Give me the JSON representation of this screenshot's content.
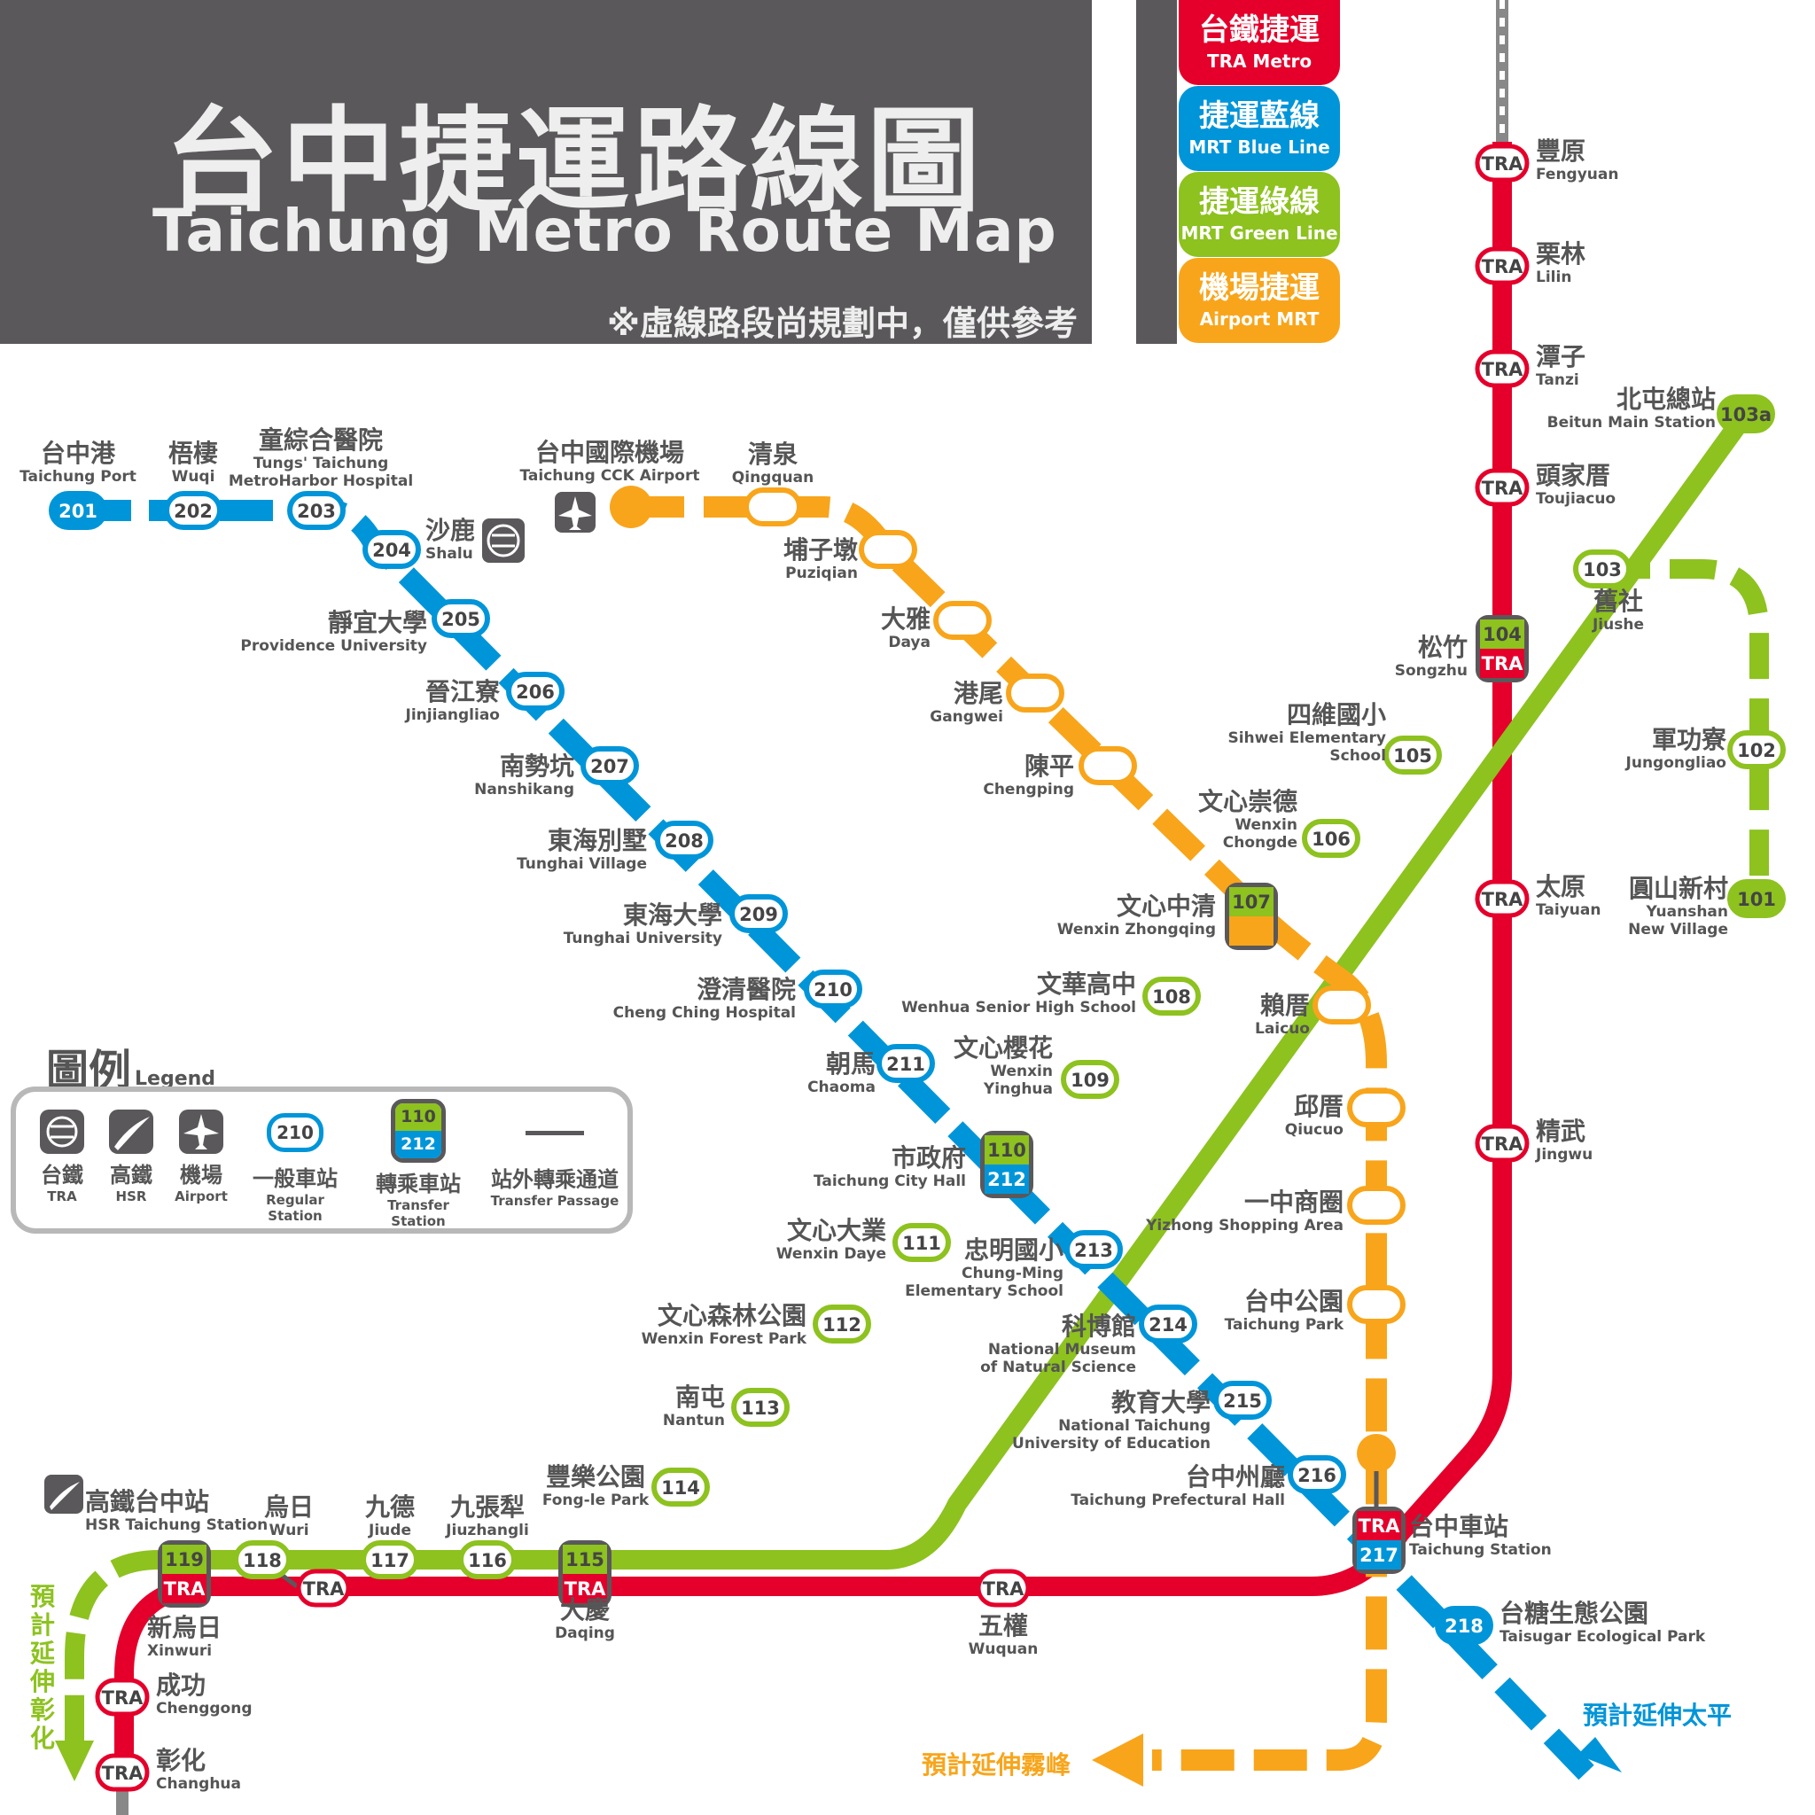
{
  "header": {
    "title_zh": "台中捷運路線圖",
    "title_en": "Taichung Metro Route Map",
    "note": "※虛線路段尚規劃中，僅供參考"
  },
  "line_cards": [
    {
      "zh": "台鐵捷運",
      "en": "TRA Metro",
      "color": "#e4002b"
    },
    {
      "zh": "捷運藍線",
      "en": "MRT Blue Line",
      "color": "#0095d9"
    },
    {
      "zh": "捷運綠線",
      "en": "MRT Green Line",
      "color": "#8dc21f"
    },
    {
      "zh": "機場捷運",
      "en": "Airport MRT",
      "color": "#f8a51b"
    }
  ],
  "colors": {
    "tra": "#e4002b",
    "blue": "#0095d9",
    "green": "#8dc21f",
    "airport": "#f8a51b",
    "gray": "#5a585a"
  },
  "lines": {
    "tra": {
      "stations": [
        {
          "zh": "豐原",
          "en": "Fengyuan",
          "code": "TRA"
        },
        {
          "zh": "栗林",
          "en": "Lilin",
          "code": "TRA"
        },
        {
          "zh": "潭子",
          "en": "Tanzi",
          "code": "TRA"
        },
        {
          "zh": "頭家厝",
          "en": "Toujiacuo",
          "code": "TRA"
        },
        {
          "zh": "松竹",
          "en": "Songzhu",
          "code": "TRA"
        },
        {
          "zh": "太原",
          "en": "Taiyuan",
          "code": "TRA"
        },
        {
          "zh": "精武",
          "en": "Jingwu",
          "code": "TRA"
        },
        {
          "zh": "台中車站",
          "en": "Taichung Station",
          "code": "TRA"
        },
        {
          "zh": "五權",
          "en": "Wuquan",
          "code": "TRA"
        },
        {
          "zh": "大慶",
          "en": "Daqing",
          "code": "TRA"
        },
        {
          "zh": "烏日",
          "en": "Wuri",
          "code": "TRA"
        },
        {
          "zh": "新烏日",
          "en": "Xinwuri",
          "code": "TRA"
        },
        {
          "zh": "成功",
          "en": "Chenggong",
          "code": "TRA"
        },
        {
          "zh": "彰化",
          "en": "Changhua",
          "code": "TRA"
        }
      ]
    },
    "blue": {
      "stations": [
        {
          "code": "201",
          "zh": "台中港",
          "en": "Taichung Port"
        },
        {
          "code": "202",
          "zh": "梧棲",
          "en": "Wuqi"
        },
        {
          "code": "203",
          "zh": "童綜合醫院",
          "en": "Tungs' Taichung MetroHarbor Hospital"
        },
        {
          "code": "204",
          "zh": "沙鹿",
          "en": "Shalu"
        },
        {
          "code": "205",
          "zh": "靜宜大學",
          "en": "Providence University"
        },
        {
          "code": "206",
          "zh": "晉江寮",
          "en": "Jinjiangliao"
        },
        {
          "code": "207",
          "zh": "南勢坑",
          "en": "Nanshikang"
        },
        {
          "code": "208",
          "zh": "東海別墅",
          "en": "Tunghai Village"
        },
        {
          "code": "209",
          "zh": "東海大學",
          "en": "Tunghai University"
        },
        {
          "code": "210",
          "zh": "澄清醫院",
          "en": "Cheng Ching Hospital"
        },
        {
          "code": "211",
          "zh": "朝馬",
          "en": "Chaoma"
        },
        {
          "code": "212",
          "zh": "市政府",
          "en": "Taichung City Hall"
        },
        {
          "code": "213",
          "zh": "忠明國小",
          "en": "Chung-Ming Elementary School"
        },
        {
          "code": "214",
          "zh": "科博館",
          "en": "National Museum of Natural Science"
        },
        {
          "code": "215",
          "zh": "教育大學",
          "en": "National Taichung University of Education"
        },
        {
          "code": "216",
          "zh": "台中州廳",
          "en": "Taichung Prefectural Hall"
        },
        {
          "code": "217",
          "zh": "台中車站",
          "en": "Taichung Station"
        },
        {
          "code": "218",
          "zh": "台糖生態公園",
          "en": "Taisugar Ecological Park"
        }
      ],
      "extension": "預計延伸太平"
    },
    "green": {
      "stations": [
        {
          "code": "101",
          "zh": "圓山新村",
          "en": "Yuanshan New Village"
        },
        {
          "code": "102",
          "zh": "軍功寮",
          "en": "Jungongliao"
        },
        {
          "code": "103",
          "zh": "舊社",
          "en": "Jiushe"
        },
        {
          "code": "103a",
          "zh": "北屯總站",
          "en": "Beitun Main Station"
        },
        {
          "code": "104",
          "zh": "松竹",
          "en": "Songzhu"
        },
        {
          "code": "105",
          "zh": "四維國小",
          "en": "Sihwei Elementary School"
        },
        {
          "code": "106",
          "zh": "文心崇德",
          "en": "Wenxin Chongde"
        },
        {
          "code": "107",
          "zh": "文心中清",
          "en": "Wenxin Zhongqing"
        },
        {
          "code": "108",
          "zh": "文華高中",
          "en": "Wenhua Senior High School"
        },
        {
          "code": "109",
          "zh": "文心櫻花",
          "en": "Wenxin Yinghua"
        },
        {
          "code": "110",
          "zh": "市政府",
          "en": "Taichung City Hall"
        },
        {
          "code": "111",
          "zh": "文心大業",
          "en": "Wenxin Daye"
        },
        {
          "code": "112",
          "zh": "文心森林公園",
          "en": "Wenxin Forest Park"
        },
        {
          "code": "113",
          "zh": "南屯",
          "en": "Nantun"
        },
        {
          "code": "114",
          "zh": "豐樂公園",
          "en": "Fong-le Park"
        },
        {
          "code": "115",
          "zh": "大慶",
          "en": "Daqing"
        },
        {
          "code": "116",
          "zh": "九張犁",
          "en": "Jiuzhangli"
        },
        {
          "code": "117",
          "zh": "九德",
          "en": "Jiude"
        },
        {
          "code": "118",
          "zh": "烏日",
          "en": "Wuri"
        },
        {
          "code": "119",
          "zh": "高鐵台中站",
          "en": "HSR Taichung Station"
        }
      ],
      "extension": "預計延伸彰化"
    },
    "airport": {
      "stations": [
        {
          "zh": "台中國際機場",
          "en": "Taichung CCK Airport"
        },
        {
          "zh": "清泉",
          "en": "Qingquan"
        },
        {
          "zh": "埔子墩",
          "en": "Puziqian"
        },
        {
          "zh": "大雅",
          "en": "Daya"
        },
        {
          "zh": "港尾",
          "en": "Gangwei"
        },
        {
          "zh": "陳平",
          "en": "Chengping"
        },
        {
          "zh": "文心中清",
          "en": "Wenxin Zhongqing"
        },
        {
          "zh": "賴厝",
          "en": "Laicuo"
        },
        {
          "zh": "邱厝",
          "en": "Qiucuo"
        },
        {
          "zh": "一中商圈",
          "en": "Yizhong Shopping Area"
        },
        {
          "zh": "台中公園",
          "en": "Taichung Park"
        },
        {
          "zh": "台中車站",
          "en": "Taichung Station"
        }
      ],
      "extension": "預計延伸霧峰"
    }
  },
  "legend": {
    "title_zh": "圖例",
    "title_en": "Legend",
    "items": [
      {
        "zh": "台鐵",
        "en": "TRA",
        "icon": "tra-icon"
      },
      {
        "zh": "高鐵",
        "en": "HSR",
        "icon": "hsr-icon"
      },
      {
        "zh": "機場",
        "en": "Airport",
        "icon": "airport-icon"
      },
      {
        "zh": "一般車站",
        "en": "Regular Station",
        "icon": "regular-station-icon",
        "sample": "210"
      },
      {
        "zh": "轉乘車站",
        "en": "Transfer Station",
        "icon": "transfer-station-icon",
        "sample_top": "110",
        "sample_bottom": "212"
      },
      {
        "zh": "站外轉乘通道",
        "en": "Transfer Passage",
        "icon": "transfer-passage-icon"
      }
    ]
  }
}
